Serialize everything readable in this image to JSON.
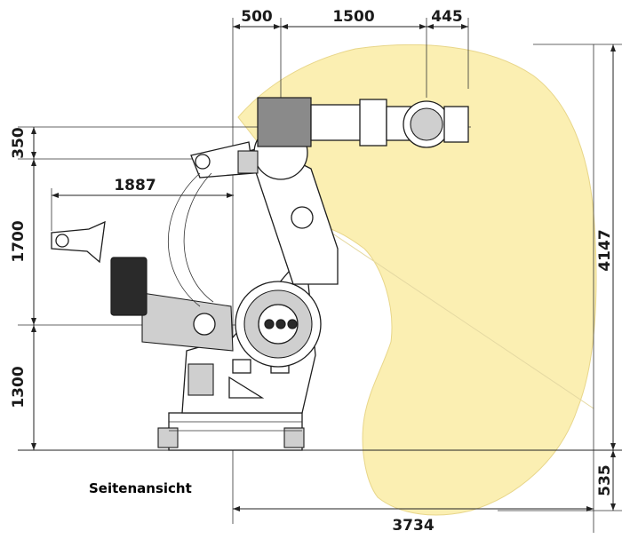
{
  "caption": "Seitenansicht",
  "dimensions": {
    "top_left": "500",
    "top_middle": "1500",
    "top_right": "445",
    "left_upper": "350",
    "left_middle": "1700",
    "left_lower": "1300",
    "reach_horizontal": "1887",
    "right_height": "4147",
    "right_lower": "535",
    "bottom_width": "3734"
  },
  "colors": {
    "workspace_fill": "#fbefb2",
    "workspace_stroke": "#e8d68a",
    "line": "#222222"
  }
}
